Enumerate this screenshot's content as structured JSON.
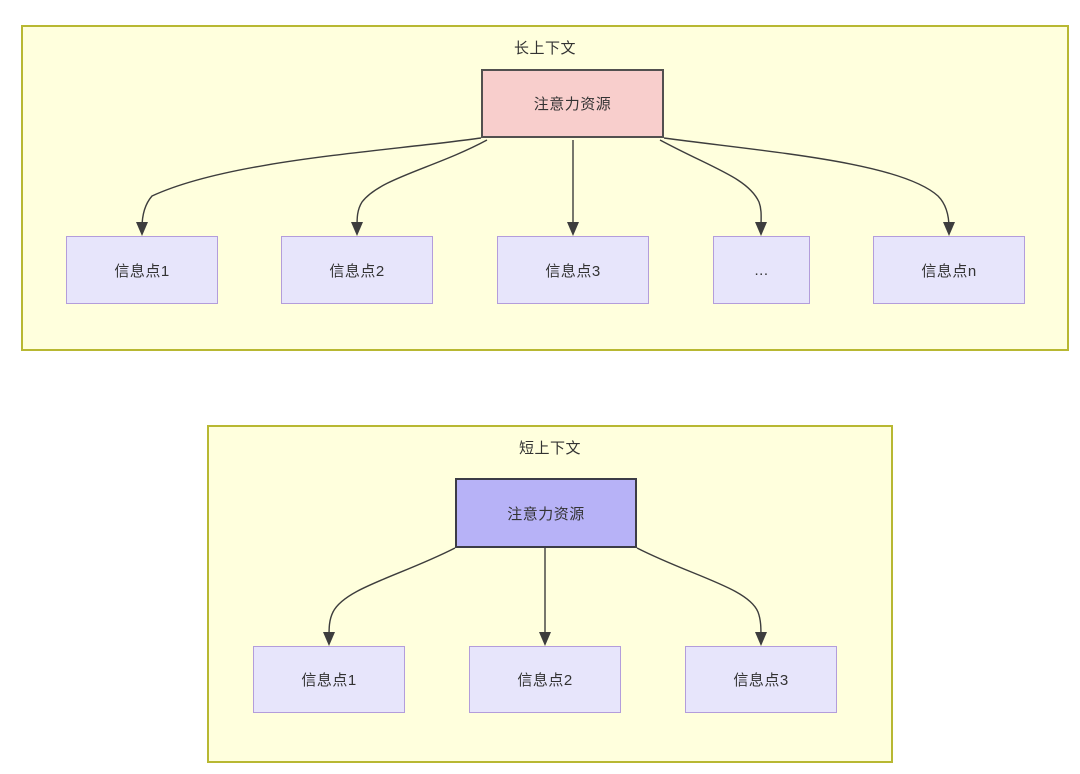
{
  "diagram": {
    "title_semantics": "attention-resource-allocation-long-vs-short-context",
    "colors": {
      "panel_fill": "#ffffdd",
      "panel_border": "#b8b832",
      "attention_long_fill": "#f8cecc",
      "attention_long_border": "#52504f",
      "attention_short_fill": "#b7b2f7",
      "attention_short_border": "#3c3c46",
      "info_fill": "#e7e5fb",
      "info_border": "#b39ddb",
      "edge_stroke": "#3d3d3d",
      "text": "#333333",
      "page_background": "#ffffff"
    }
  },
  "panels": [
    {
      "id": "long-context",
      "title": "长上下文",
      "root": {
        "label": "注意力资源"
      },
      "children": [
        {
          "label": "信息点1"
        },
        {
          "label": "信息点2"
        },
        {
          "label": "信息点3"
        },
        {
          "label": "..."
        },
        {
          "label": "信息点n"
        }
      ]
    },
    {
      "id": "short-context",
      "title": "短上下文",
      "root": {
        "label": "注意力资源"
      },
      "children": [
        {
          "label": "信息点1"
        },
        {
          "label": "信息点2"
        },
        {
          "label": "信息点3"
        }
      ]
    }
  ]
}
